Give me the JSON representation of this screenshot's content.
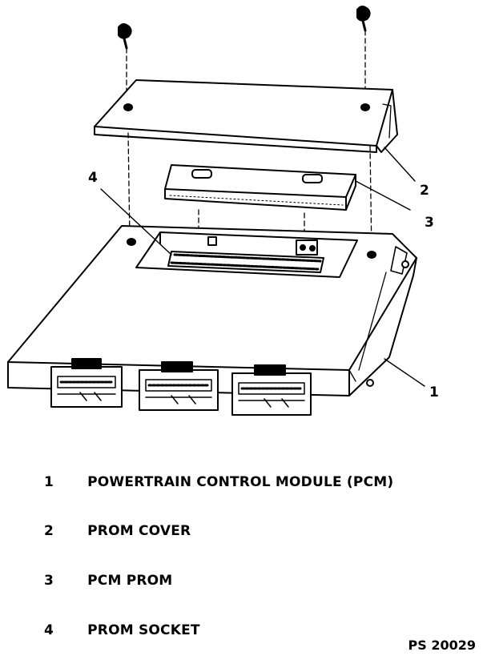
{
  "callouts": {
    "c1": "1",
    "c2": "2",
    "c3": "3",
    "c4": "4"
  },
  "legend": [
    {
      "number": "1",
      "label": "POWERTRAIN CONTROL MODULE (PCM)"
    },
    {
      "number": "2",
      "label": "PROM COVER"
    },
    {
      "number": "3",
      "label": "PCM PROM"
    },
    {
      "number": "4",
      "label": "PROM SOCKET"
    }
  ],
  "figure_ref": "PS 20029",
  "colors": {
    "ink": "#000000",
    "paper": "#ffffff"
  }
}
